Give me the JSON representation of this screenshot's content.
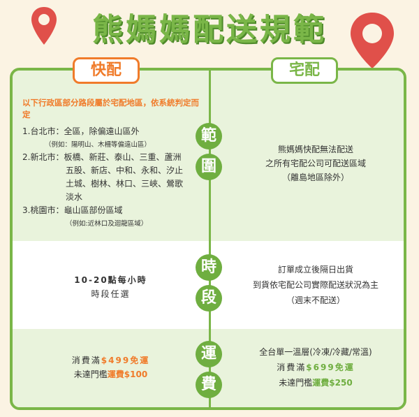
{
  "title": "熊媽媽配送規範",
  "tabs": {
    "fast": "快配",
    "home": "宅配"
  },
  "sections": {
    "range": {
      "c1": "範",
      "c2": "圍"
    },
    "time": {
      "c1": "時",
      "c2": "段"
    },
    "fee": {
      "c1": "運",
      "c2": "費"
    }
  },
  "range": {
    "fast_note": "以下行政區部分路段屬於宅配地區，依系統判定而定",
    "items": [
      "1.台北市：全區，除偏遠山區外",
      "（例如：陽明山、木柵等偏遠山區）",
      "2.新北市：板橋、新莊、泰山、三重、蘆洲",
      "五股、新店、中和、永和、汐止",
      "土城、樹林、林口、三峽、鶯歌",
      "淡水",
      "3.桃園市：龜山區部份區域",
      "（例如:近林口及迴龍區域）"
    ],
    "home_lines": [
      "熊媽媽快配無法配送",
      "之所有宅配公司可配送區域",
      "（離島地區除外）"
    ]
  },
  "time": {
    "fast_lines": [
      "10-20點每小時",
      "時段任選"
    ],
    "home_lines": [
      "訂單成立後隔日出貨",
      "到貨依宅配公司實際配送狀況為主",
      "（週末不配送）"
    ]
  },
  "fee": {
    "fast_l1_prefix": "消費滿",
    "fast_l1_hl": "$499免運",
    "fast_l2_prefix": "未達門檻",
    "fast_l2_hl": "運費$100",
    "home_l0": "全台單一溫層(冷凍/冷藏/常溫)",
    "home_l1_prefix": "消費滿",
    "home_l1_hl": "$699免運",
    "home_l2_prefix": "未達門檻",
    "home_l2_hl": "運費$250"
  },
  "colors": {
    "green": "#7ab648",
    "orange": "#f07b2a",
    "red": "#e0504a",
    "bg": "#fbf3e3"
  }
}
